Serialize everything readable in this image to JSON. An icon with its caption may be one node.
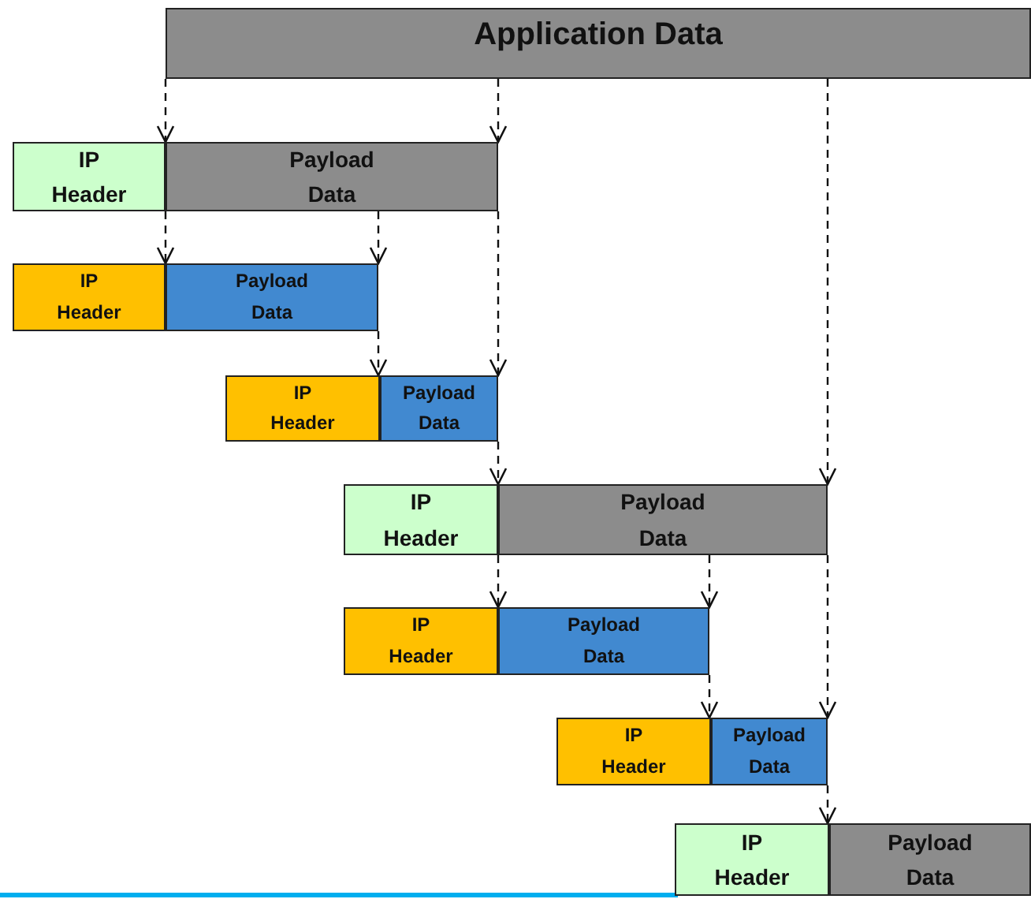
{
  "diagram": {
    "nodes": [
      {
        "text": [
          "Application Data"
        ]
      },
      {
        "text": [
          "IP Header"
        ]
      },
      {
        "text": [
          "Payload Data"
        ]
      },
      {
        "text": [
          "IP Header"
        ]
      },
      {
        "text": [
          "Payload Data"
        ]
      },
      {
        "text": [
          "IP Header"
        ]
      },
      {
        "text": [
          "Payload Data"
        ]
      },
      {
        "text": [
          "IP Header"
        ]
      },
      {
        "text": [
          "Payload Data"
        ]
      },
      {
        "text": [
          "IP Header"
        ]
      },
      {
        "text": [
          "Payload Data"
        ]
      },
      {
        "text": [
          "IP Header"
        ]
      },
      {
        "text": [
          "Payload Data"
        ]
      },
      {
        "text": [
          "IP Header"
        ]
      },
      {
        "text": [
          "Payload Data"
        ]
      }
    ],
    "edges": [
      {
        "from": 0,
        "to": 2,
        "arrow": "to",
        "style": "dashed"
      },
      {
        "from": 0,
        "to": 2,
        "arrow": "to",
        "style": "dashed"
      },
      {
        "from": 0,
        "to": 8,
        "arrow": "to",
        "style": "dashed"
      },
      {
        "from": 2,
        "to": 4,
        "arrow": "to",
        "style": "dashed"
      },
      {
        "from": 2,
        "to": 4,
        "arrow": "to",
        "style": "dashed"
      },
      {
        "from": 2,
        "to": 6,
        "arrow": "to",
        "style": "dashed"
      },
      {
        "from": 4,
        "to": 6,
        "arrow": "to",
        "style": "dashed"
      },
      {
        "from": 6,
        "to": 8,
        "arrow": "to",
        "style": "dashed"
      },
      {
        "from": 8,
        "to": 10,
        "arrow": "to",
        "style": "dashed"
      },
      {
        "from": 8,
        "to": 10,
        "arrow": "to",
        "style": "dashed"
      },
      {
        "from": 8,
        "to": 12,
        "arrow": "to",
        "style": "dashed"
      },
      {
        "from": 10,
        "to": 12,
        "arrow": "to",
        "style": "dashed"
      },
      {
        "from": 12,
        "to": 14,
        "arrow": "to",
        "style": "dashed"
      }
    ]
  }
}
